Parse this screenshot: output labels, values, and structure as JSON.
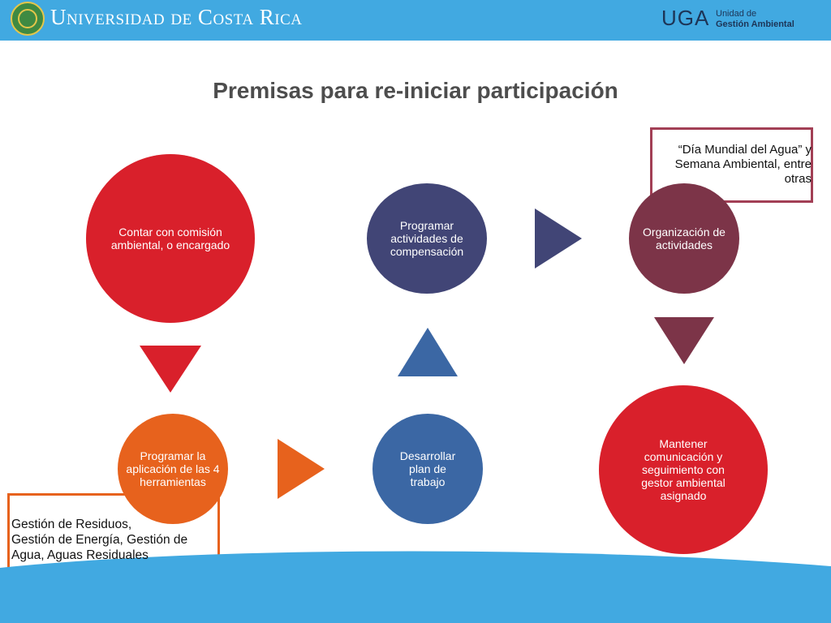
{
  "header": {
    "university_name": "Universidad de Costa Rica",
    "unit_abbrev": "UGA",
    "unit_line1": "Unidad de",
    "unit_line2": "Gestión Ambiental"
  },
  "title": "Premisas para re-iniciar participación",
  "nodes": [
    {
      "id": "comision",
      "text": "Contar con comisión ambiental, o encargado",
      "color": "#d9202b"
    },
    {
      "id": "aplicacion",
      "text": "Programar la aplicación de las 4 herramientas",
      "color": "#e7621d"
    },
    {
      "id": "plan",
      "text": "Desarrollar plan de trabajo",
      "color": "#3b67a4"
    },
    {
      "id": "compensacion",
      "text": "Programar actividades de compensación",
      "color": "#414576"
    },
    {
      "id": "organizacion",
      "text": "Organización de actividades",
      "color": "#7c3448"
    },
    {
      "id": "comunicacion",
      "text": "Mantener comunicación y seguimiento con gestor ambiental asignado",
      "color": "#d9202b"
    }
  ],
  "callouts": {
    "events": "“Día Mundial del Agua” y Semana Ambiental, entre otras",
    "tools_line1": "Gestión de Residuos,",
    "tools_line2": "Gestión de Energía, Gestión de Agua, Aguas Residuales"
  },
  "colors": {
    "header_bg": "#41a9e1",
    "footer_wave": "#41a9e1",
    "events_border": "#a23f55",
    "tools_border": "#e7621d"
  }
}
